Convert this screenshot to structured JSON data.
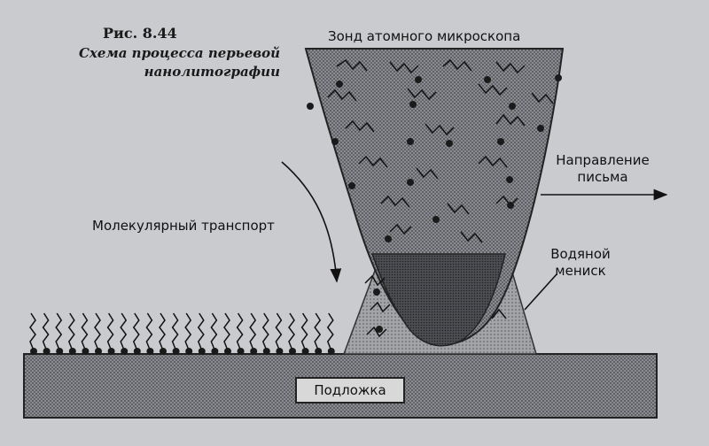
{
  "caption": {
    "number": "Рис. 8.44",
    "lines": [
      "Схема процесса перьевой",
      "нанолитографии"
    ]
  },
  "labels": {
    "probe": "Зонд атомного микроскопа",
    "transport": "Молекулярный транспорт",
    "direction_line1": "Направление",
    "direction_line2": "письма",
    "meniscus_line1": "Водяной",
    "meniscus_line2": "мениск",
    "substrate": "Подложка"
  },
  "colors": {
    "background": "#c9cbcf",
    "probe_fill": "#7f8186",
    "meniscus_fill": "#9a9ca0",
    "tip_fill": "#4a4b50",
    "substrate_fill": "#8e9095",
    "ink": "#1a1a1a"
  }
}
